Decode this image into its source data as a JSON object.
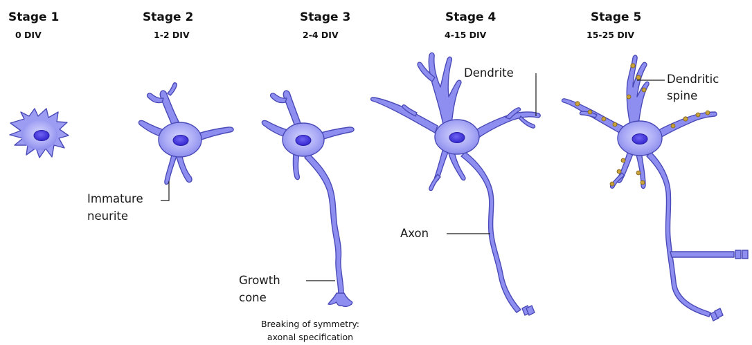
{
  "stages": [
    {
      "title": "Stage 1",
      "div": "0 DIV"
    },
    {
      "title": "Stage 2",
      "div": "1-2 DIV"
    },
    {
      "title": "Stage 3",
      "div": "2-4 DIV"
    },
    {
      "title": "Stage 4",
      "div": "4-15 DIV"
    },
    {
      "title": "Stage 5",
      "div": "15-25 DIV"
    }
  ],
  "labels": {
    "immature_neurite_line1": "Immature",
    "immature_neurite_line2": "neurite",
    "growth_cone_line1": "Growth",
    "growth_cone_line2": "cone",
    "axon": "Axon",
    "dendrite": "Dendrite",
    "dendritic_spine_line1": "Dendritic",
    "dendritic_spine_line2": "spine"
  },
  "caption": {
    "line1": "Breaking of symmetry:",
    "line2": "axonal specification"
  },
  "colors": {
    "cell_fill": "#8b8bf0",
    "cell_light": "#c9c9fb",
    "nucleus": "#3b2fd6",
    "outline": "#4a4ab8",
    "spine": "#c9a13a"
  }
}
